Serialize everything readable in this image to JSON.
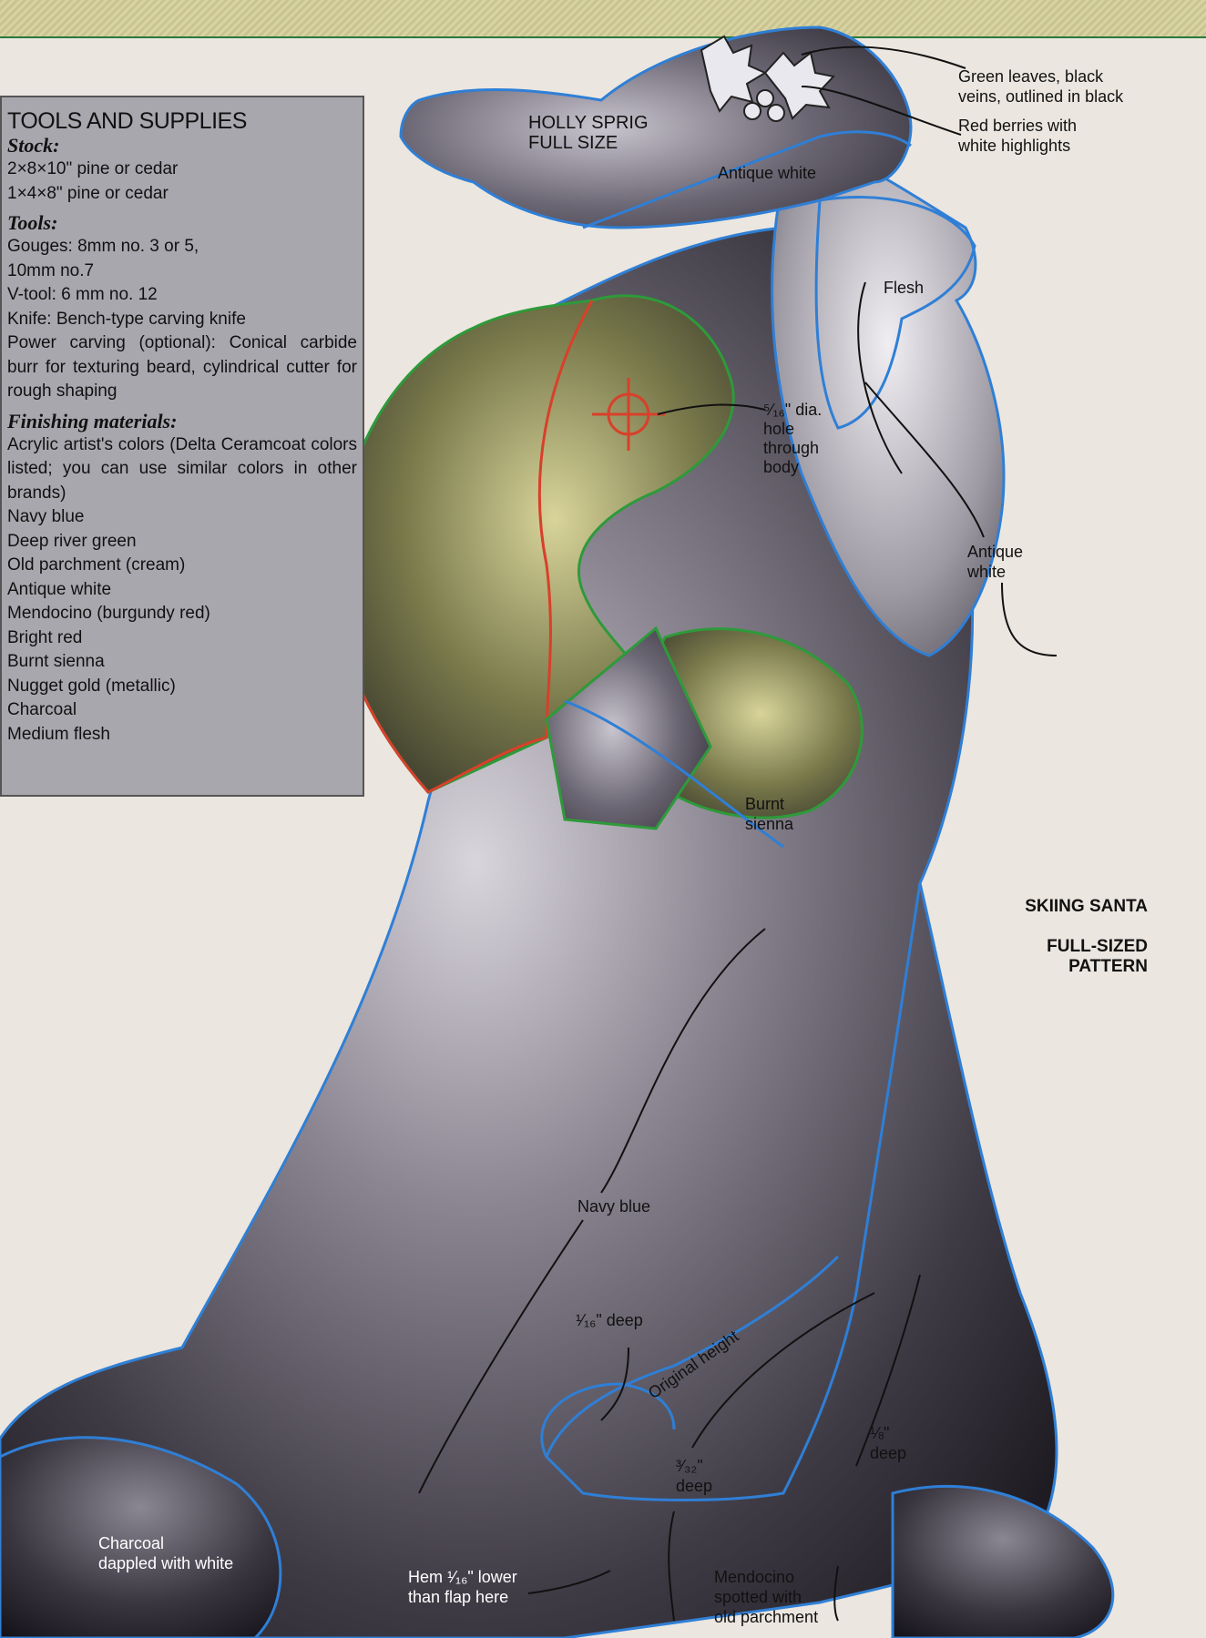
{
  "tools_box": {
    "heading": "TOOLS AND SUPPLIES",
    "stock_heading": "Stock:",
    "stock": [
      "2×8×10\" pine or cedar",
      "1×4×8\" pine or cedar"
    ],
    "tools_heading": "Tools:",
    "tools": [
      "Gouges: 8mm no. 3 or 5,",
      "10mm no.7",
      "V-tool: 6 mm no. 12",
      "Knife: Bench-type carving knife",
      "Power carving (optional): Conical carbide burr for texturing beard, cylindrical cutter for rough shaping"
    ],
    "finishing_heading": "Finishing materials:",
    "finishing_intro": "Acrylic artist's colors (Delta Ceramcoat colors listed; you can use similar colors in other brands)",
    "colors": [
      "Navy blue",
      "Deep river green",
      "Old parchment (cream)",
      "Antique white",
      "Mendocino (burgundy red)",
      "Bright red",
      "Burnt sienna",
      "Nugget gold (metallic)",
      "Charcoal",
      "Medium flesh"
    ]
  },
  "pattern_title": {
    "line1": "SKIING SANTA",
    "line2": "FULL-SIZED",
    "line3": "PATTERN"
  },
  "callouts": {
    "holly_line1": "HOLLY SPRIG",
    "holly_line2": "FULL SIZE",
    "leaves_line1": "Green leaves, black",
    "leaves_line2": "veins, outlined in black",
    "berries_line1": "Red berries with",
    "berries_line2": "white highlights",
    "hat_band": "Antique white",
    "flesh": "Flesh",
    "hole_line1": "⁵⁄₁₆\" dia.",
    "hole_line2": "hole",
    "hole_line3": "through",
    "hole_line4": "body",
    "beard_line1": "Antique",
    "beard_line2": "white",
    "mitten_line1": "Burnt",
    "mitten_line2": "sienna",
    "coat": "Navy blue",
    "depth_1_16": "¹⁄₁₆\" deep",
    "original_height": "Original height",
    "depth_3_32_a": "³⁄₃₂\"",
    "depth_3_32_b": "deep",
    "depth_1_8_a": "⅛\"",
    "depth_1_8_b": "deep",
    "boots_line1": "Charcoal",
    "boots_line2": "dappled with white",
    "hem_line1": "Hem ¹⁄₁₆\" lower",
    "hem_line2": "than flap here",
    "mendo_line1": "Mendocino",
    "mendo_line2": "spotted with",
    "mendo_line3": "old parchment"
  },
  "colors": {
    "navy_outline": "#2f7fd6",
    "green_outline": "#2e9a3a",
    "red_outline": "#d8402a",
    "body": "#4e4a55",
    "box_bg": "#a9a7ae"
  }
}
